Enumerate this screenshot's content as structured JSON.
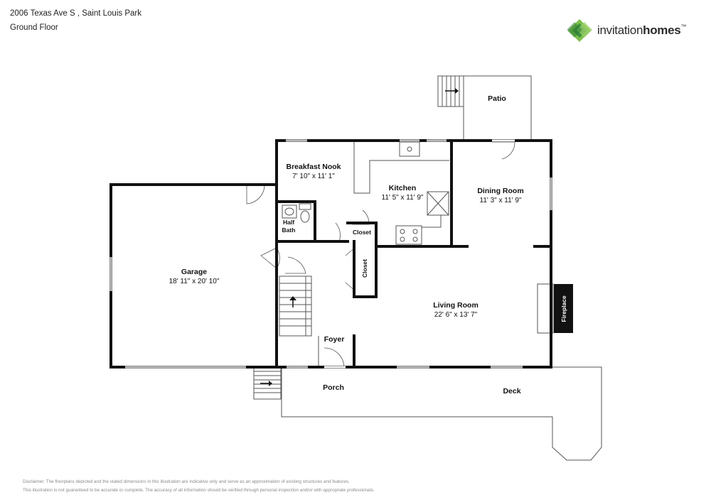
{
  "header": {
    "address": "2006 Texas Ave S , Saint Louis Park",
    "floor": "Ground Floor"
  },
  "brand": {
    "name_light": "invitation",
    "name_bold": "homes",
    "accent_color": "#6cb33f",
    "dark_green": "#2e7d32"
  },
  "rooms": {
    "patio": {
      "name": "Patio"
    },
    "breakfast_nook": {
      "name": "Breakfast Nook",
      "dims": "7' 10\" x 11' 1\""
    },
    "kitchen": {
      "name": "Kitchen",
      "dims": "11' 5\" x 11' 9\""
    },
    "dining_room": {
      "name": "Dining Room",
      "dims": "11' 3\" x 11' 9\""
    },
    "half_bath": {
      "name_line1": "Half",
      "name_line2": "Bath"
    },
    "closet_kitchen": {
      "name": "Closet"
    },
    "closet_hall": {
      "name": "Closet"
    },
    "garage": {
      "name": "Garage",
      "dims": "18' 11\" x 20' 10\""
    },
    "living_room": {
      "name": "Living Room",
      "dims": "22' 6\" x 13' 7\""
    },
    "fireplace": {
      "name": "Fireplace"
    },
    "foyer": {
      "name": "Foyer"
    },
    "porch": {
      "name": "Porch"
    },
    "deck": {
      "name": "Deck"
    }
  },
  "disclaimer": {
    "line1": "Disclaimer: The floorplans depicted and the stated dimensions in this illustration are indicative only and serve as an approximation of existing structures and features.",
    "line2": "This illustration is not guaranteed to be accurate or complete. The accuracy of all information should be verified through personal inspection and/or with appropriate professionals."
  }
}
